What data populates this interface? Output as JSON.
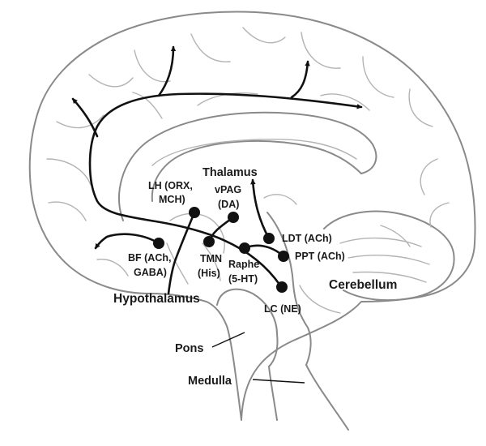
{
  "labels": {
    "thalamus": "Thalamus",
    "lh_line1": "LH (ORX,",
    "lh_line2": "MCH)",
    "vpag_line1": "vPAG",
    "vpag_line2": "(DA)",
    "ldt": "LDT (ACh)",
    "ppt": "PPT (ACh)",
    "bf_line1": "BF (ACh,",
    "bf_line2": "GABA)",
    "tmn_line1": "TMN",
    "tmn_line2": "(His)",
    "raphe_line1": "Raphe",
    "raphe_line2": "(5-HT)",
    "lc": "LC (NE)",
    "cerebellum": "Cerebellum",
    "hypothalamus": "Hypothalamus",
    "pons": "Pons",
    "medulla": "Medulla"
  },
  "colors": {
    "outline": "#8a8a8a",
    "pathway": "#111111",
    "label": "#1a1a1a"
  }
}
